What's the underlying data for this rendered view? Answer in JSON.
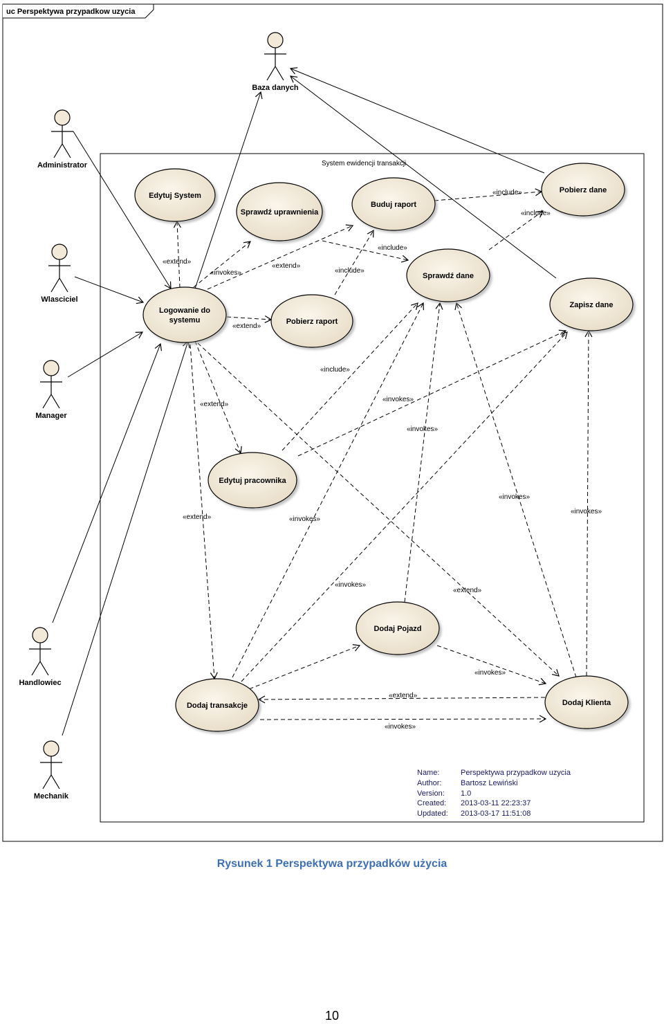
{
  "diagram": {
    "frame_title": "uc Perspektywa przypadkow uzycia",
    "boundary_title": "System ewidencji transakcji",
    "actors": [
      {
        "id": "baza",
        "label": "Baza danych"
      },
      {
        "id": "admin",
        "label": "Administrator"
      },
      {
        "id": "wlasc",
        "label": "Wlasciciel"
      },
      {
        "id": "manager",
        "label": "Manager"
      },
      {
        "id": "handl",
        "label": "Handlowiec"
      },
      {
        "id": "mech",
        "label": "Mechanik"
      }
    ],
    "use_cases": [
      {
        "id": "edytujSystem",
        "lines": [
          "Edytuj System"
        ]
      },
      {
        "id": "sprawdzUpr",
        "lines": [
          "Sprawdź uprawnienia"
        ]
      },
      {
        "id": "budujRaport",
        "lines": [
          "Buduj raport"
        ]
      },
      {
        "id": "pobierzDane",
        "lines": [
          "Pobierz dane"
        ]
      },
      {
        "id": "sprawdzDane",
        "lines": [
          "Sprawdź dane"
        ]
      },
      {
        "id": "zapiszDane",
        "lines": [
          "Zapisz dane"
        ]
      },
      {
        "id": "logowanie",
        "lines": [
          "Logowanie do",
          "systemu"
        ]
      },
      {
        "id": "pobierzRaport",
        "lines": [
          "Pobierz raport"
        ]
      },
      {
        "id": "edytujPrac",
        "lines": [
          "Edytuj pracownika"
        ]
      },
      {
        "id": "dodajPojazd",
        "lines": [
          "Dodaj Pojazd"
        ]
      },
      {
        "id": "dodajTrans",
        "lines": [
          "Dodaj  transakcje"
        ]
      },
      {
        "id": "dodajKlienta",
        "lines": [
          "Dodaj Klienta"
        ]
      }
    ],
    "relations": [
      {
        "from": "admin",
        "to": "logowanie",
        "label": ""
      },
      {
        "from": "wlasc",
        "to": "logowanie",
        "label": ""
      },
      {
        "from": "manager",
        "to": "logowanie",
        "label": ""
      },
      {
        "from": "handl",
        "to": "logowanie",
        "label": ""
      },
      {
        "from": "mech",
        "to": "logowanie",
        "label": ""
      },
      {
        "from": "logowanie",
        "to": "baza",
        "label": ""
      },
      {
        "from": "pobierzDane",
        "to": "baza",
        "label": ""
      },
      {
        "from": "zapiszDane",
        "to": "baza",
        "label": ""
      },
      {
        "from": "logowanie",
        "to": "edytujSystem",
        "label": "«extend»"
      },
      {
        "from": "logowanie",
        "to": "sprawdzUpr",
        "label": "«invokes»"
      },
      {
        "from": "logowanie",
        "to": "budujRaport",
        "label": "«extend»"
      },
      {
        "from": "logowanie",
        "to": "pobierzRaport",
        "label": "«extend»"
      },
      {
        "from": "pobierzRaport",
        "to": "budujRaport",
        "label": "«include»"
      },
      {
        "from": "sprawdzUpr",
        "to": "sprawdzDane",
        "label": "«include»"
      },
      {
        "from": "budujRaport",
        "to": "pobierzDane",
        "label": "«include»"
      },
      {
        "from": "sprawdzDane",
        "to": "pobierzDane",
        "label": "«include»"
      },
      {
        "from": "logowanie",
        "to": "edytujPrac",
        "label": "«extend»"
      },
      {
        "from": "edytujPrac",
        "to": "sprawdzDane",
        "label": "«include»"
      },
      {
        "from": "edytujPrac",
        "to": "zapiszDane",
        "label": "«invokes»"
      },
      {
        "from": "logowanie",
        "to": "dodajTrans",
        "label": "«extend»"
      },
      {
        "from": "dodajTrans",
        "to": "sprawdzDane",
        "label": "«invokes»"
      },
      {
        "from": "dodajTrans",
        "to": "zapiszDane",
        "label": "«invokes»"
      },
      {
        "from": "logowanie",
        "to": "dodajKlienta",
        "label": "«extend»"
      },
      {
        "from": "dodajPojazd",
        "to": "sprawdzDane",
        "label": "«invokes»"
      },
      {
        "from": "dodajKlienta",
        "to": "sprawdzDane",
        "label": "«invokes»"
      },
      {
        "from": "dodajKlienta",
        "to": "zapiszDane",
        "label": "«invokes»"
      },
      {
        "from": "dodajTrans",
        "to": "dodajPojazd",
        "label": "«invokes»"
      },
      {
        "from": "dodajPojazd",
        "to": "dodajKlienta",
        "label": "«invokes»"
      },
      {
        "from": "dodajKlienta",
        "to": "dodajTrans",
        "label": "«extend»"
      },
      {
        "from": "dodajTrans",
        "to": "dodajKlienta",
        "label": "«invokes»"
      }
    ],
    "info": {
      "name_key": "Name:",
      "name_value": "Perspektywa przypadkow uzycia",
      "author_key": "Author:",
      "author_value": "Bartosz Lewiński",
      "version_key": "Version:",
      "version_value": "1.0",
      "created_key": "Created:",
      "created_value": "2013-03-11 22:23:37",
      "updated_key": "Updated:",
      "updated_value": "2013-03-17 11:51:08"
    },
    "colors": {
      "usecase_fill": "#f2e9d8",
      "usecase_shade": "#d9cbb0",
      "stroke": "#000000",
      "info_text": "#1a1a66"
    }
  },
  "caption": "Rysunek 1 Perspektywa przypadków użycia",
  "page_number": "10"
}
